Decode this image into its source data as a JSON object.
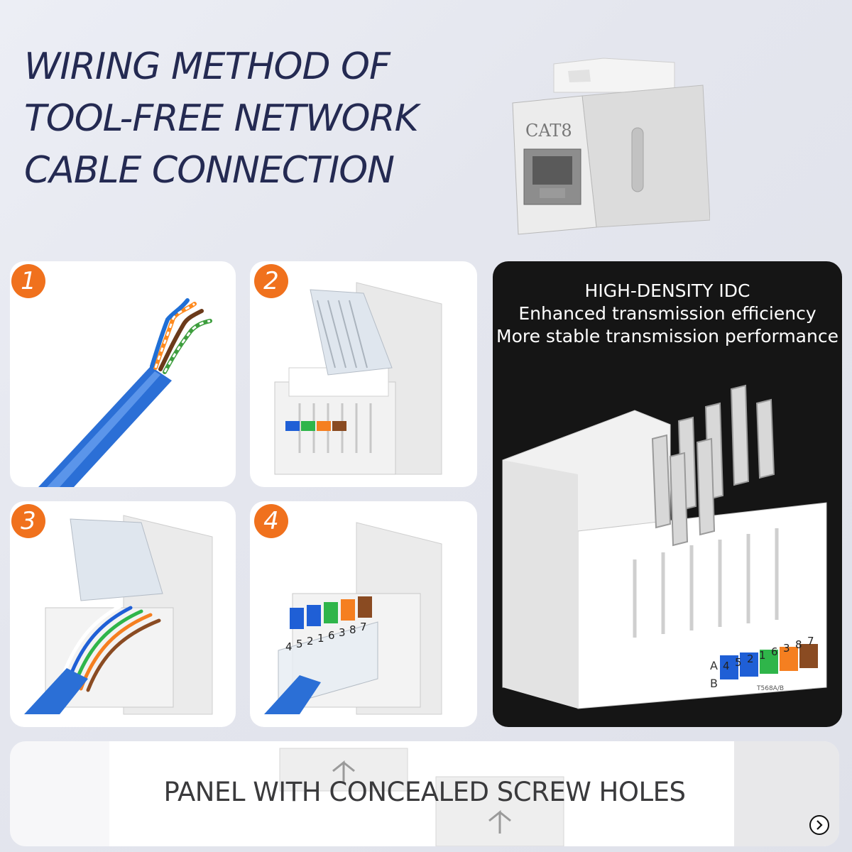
{
  "header": {
    "title_lines": [
      "WIRING METHOD OF",
      "TOOL-FREE NETWORK",
      "CABLE CONNECTION"
    ]
  },
  "hero": {
    "label": "CAT8"
  },
  "steps": [
    {
      "number": "1",
      "icon": "stripped-cable-icon"
    },
    {
      "number": "2",
      "icon": "keystone-open-cap-icon"
    },
    {
      "number": "3",
      "icon": "keystone-wires-inserted-icon"
    },
    {
      "number": "4",
      "icon": "keystone-cap-closed-icon"
    }
  ],
  "idc_panel": {
    "lines": [
      "HIGH-DENSITY IDC",
      "Enhanced transmission efficiency",
      "More stable transmission performance"
    ],
    "pin_top": [
      "4",
      "5",
      "2",
      "1",
      "6",
      "3",
      "8",
      "7"
    ],
    "row_a": "A",
    "row_b": "B",
    "standard": "T568A/B"
  },
  "step4_pins": [
    "4",
    "5",
    "2",
    "1",
    "6",
    "3",
    "8",
    "7"
  ],
  "bottom_panel": {
    "title": "PANEL WITH CONCEALED SCREW HOLES"
  },
  "colors": {
    "accent_orange": "#f0711d",
    "title_navy": "#242a52",
    "cable_blue": "#2b6fd6",
    "dark_panel": "#151515"
  }
}
